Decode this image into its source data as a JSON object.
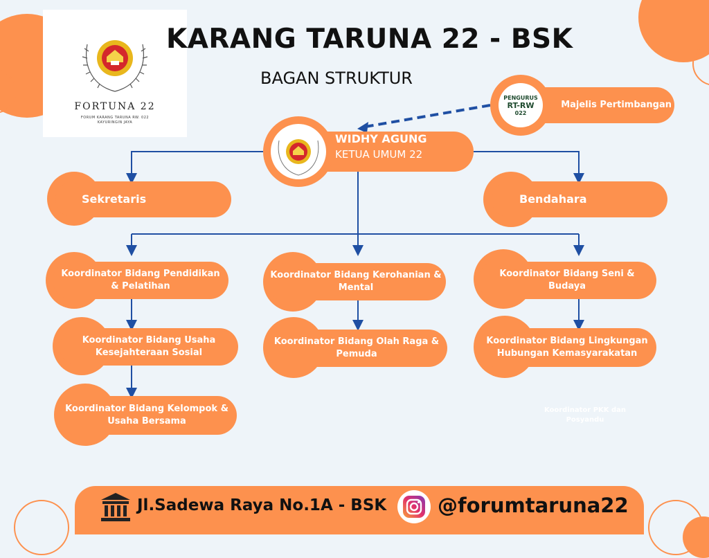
{
  "header": {
    "title": "KARANG TARUNA 22 - BSK",
    "subtitle": "BAGAN STRUKTUR"
  },
  "logo": {
    "name": "FORTUNA 22",
    "sub_line1": "FORUM KARANG TARUNA RW. 022",
    "sub_line2": "KAYURINGIN JAYA"
  },
  "advisor": {
    "label": "Majelis Pertimbangan",
    "badge_line1": "PENGURUS",
    "badge_line2": "RT-RW",
    "badge_line3": "022"
  },
  "chair": {
    "name": "WIDHY AGUNG",
    "role": "KETUA UMUM 22"
  },
  "secretary": {
    "label": "Sekretaris"
  },
  "treasurer": {
    "label": "Bendahara"
  },
  "coordinators": {
    "c1": "Koordinator Bidang Pendidikan & Pelatihan",
    "c2": "Koordinator Bidang Usaha Kesejahteraan Sosial",
    "c3": "Koordinator Bidang Kelompok & Usaha Bersama",
    "c4": "Koordinator Bidang Kerohanian & Mental",
    "c5": "Koordinator Bidang Olah Raga & Pemuda",
    "c6": "Koordinator Bidang Seni & Budaya",
    "c7": "Koordinator Bidang Lingkungan Hubungan Kemasyarakatan",
    "c8": "Koordinator PKK dan Posyandu"
  },
  "footer": {
    "address": "Jl.Sadewa Raya No.1A - BSK",
    "instagram": "@forumtaruna22"
  },
  "colors": {
    "accent": "#fd914e",
    "connector": "#1f4fa3",
    "background": "#eef4f9"
  },
  "icons": [
    "building-icon",
    "instagram-icon",
    "emblem-icon",
    "arrow-icon"
  ]
}
